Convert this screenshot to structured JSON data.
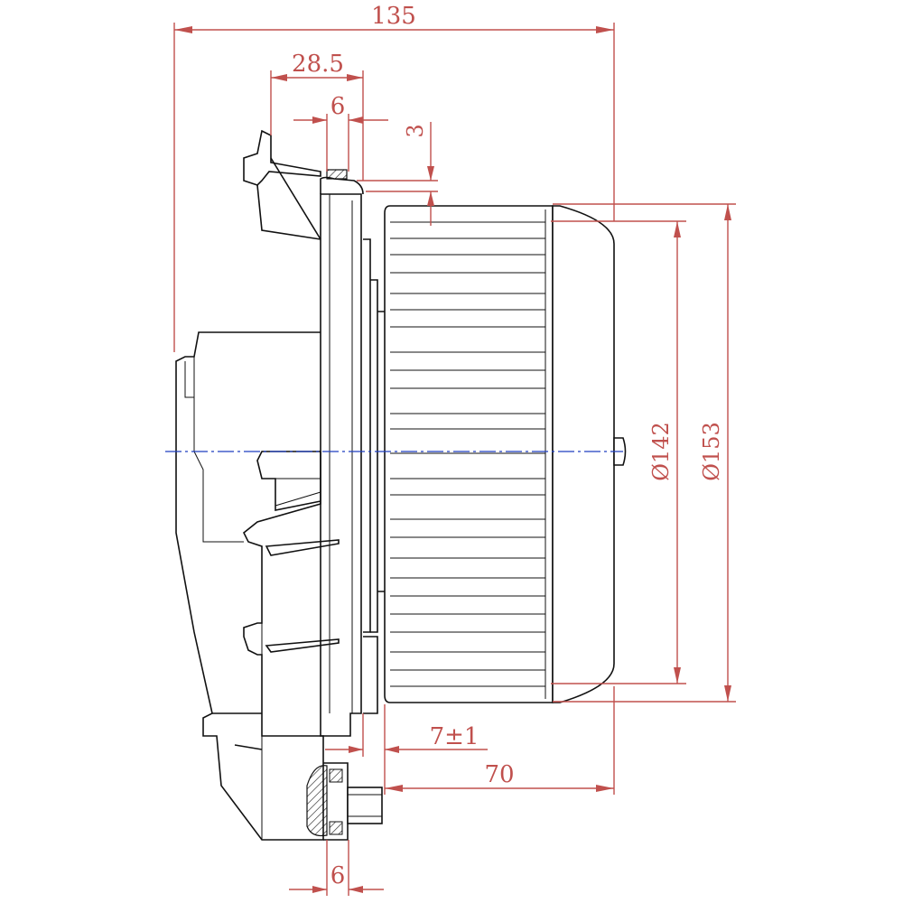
{
  "dimensions": {
    "overall_length": "135",
    "flange_to_housing": "28.5",
    "flange_thickness_top": "6",
    "top_gap": "3",
    "hub_offset": "7±1",
    "wheel_depth": "70",
    "flange_thickness_bottom": "6",
    "wheel_inner_diameter": "Ø142",
    "wheel_outer_diameter": "Ø153"
  },
  "colors": {
    "dimension": "#c0504d",
    "outline": "#111111",
    "centerline": "#1f3fbf"
  }
}
